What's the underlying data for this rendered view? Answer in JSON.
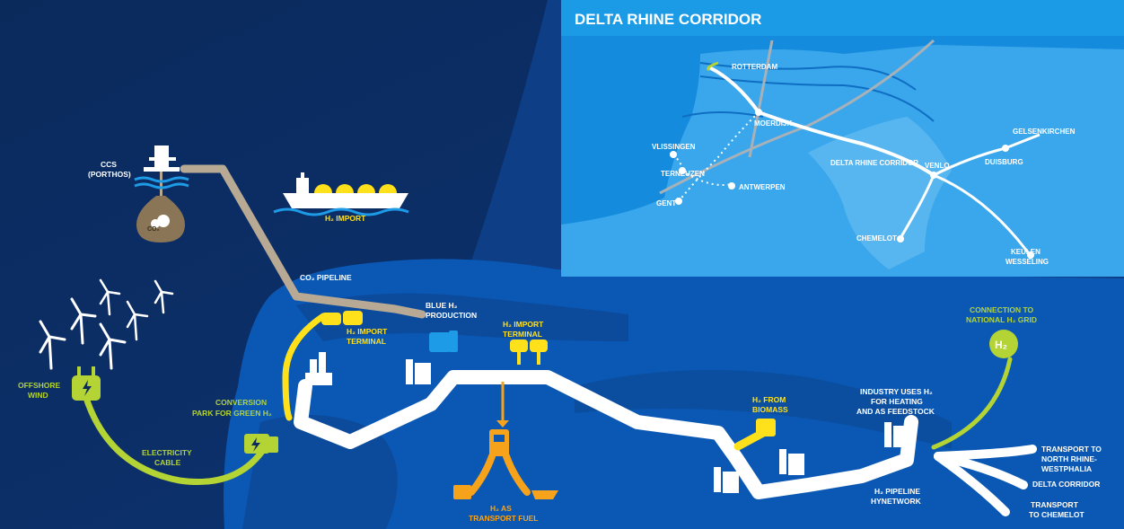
{
  "inset": {
    "title": "DELTA RHINE CORRIDOR",
    "cities": {
      "rotterdam": "ROTTERDAM",
      "moerdijk": "MOERDIJK",
      "vlissingen": "VLISSINGEN",
      "terneuzen": "TERNEUZEN",
      "gent": "GENT",
      "antwerpen": "ANTWERPEN",
      "corridor": "DELTA RHINE CORRIDOR",
      "venlo": "VENLO",
      "duisburg": "DUISBURG",
      "gelsenkirchen": "GELSENKIRCHEN",
      "chemelot": "CHEMELOT",
      "keulen_1": "KEULEN",
      "keulen_2": "WESSELING"
    }
  },
  "labels": {
    "ccs_1": "CCS",
    "ccs_2": "(PORTHOS)",
    "co2_bubble": "CO₂",
    "h2_import": "H₂ IMPORT",
    "co2_pipeline": "CO₂ PIPELINE",
    "offshore_1": "OFFSHORE",
    "offshore_2": "WIND",
    "cable_1": "ELECTRICITY",
    "cable_2": "CABLE",
    "conversion_1": "CONVERSION",
    "conversion_2": "PARK FOR GREEN H₂",
    "import_terminal_1a": "H₂ IMPORT",
    "import_terminal_1b": "TERMINAL",
    "blue_h2_1": "BLUE H₂",
    "blue_h2_2": "PRODUCTION",
    "import_terminal_2a": "H₂ IMPORT",
    "import_terminal_2b": "TERMINAL",
    "transport_fuel_1": "H₂ AS",
    "transport_fuel_2": "TRANSPORT FUEL",
    "biomass_1": "H₂ FROM",
    "biomass_2": "BIOMASS",
    "industry_1": "INDUSTRY USES H₂",
    "industry_2": "FOR HEATING",
    "industry_3": "AND AS FEEDSTOCK",
    "grid_1": "CONNECTION TO",
    "grid_2": "NATIONAL H₂ GRID",
    "grid_badge": "H₂",
    "pipeline_1": "H₂ PIPELINE",
    "pipeline_2": "HYNETWORK",
    "transport_nrw_1": "TRANSPORT TO",
    "transport_nrw_2": "NORTH RHINE-",
    "transport_nrw_3": "WESTPHALIA",
    "delta_corridor": "DELTA CORRIDOR",
    "chemelot_1": "TRANSPORT",
    "chemelot_2": "TO CHEMELOT"
  },
  "colors": {
    "sea_dark": "#0b2a5c",
    "sea_mid": "#0d3e86",
    "land": "#0a58b4",
    "inset_bg": "#1b9ae6",
    "inset_land": "#3aa7ec",
    "pipeline": "#ffffff",
    "co2_pipe": "#b7a993",
    "yellow": "#ffe11b",
    "green": "#b4d334",
    "orange": "#f7a21b"
  }
}
